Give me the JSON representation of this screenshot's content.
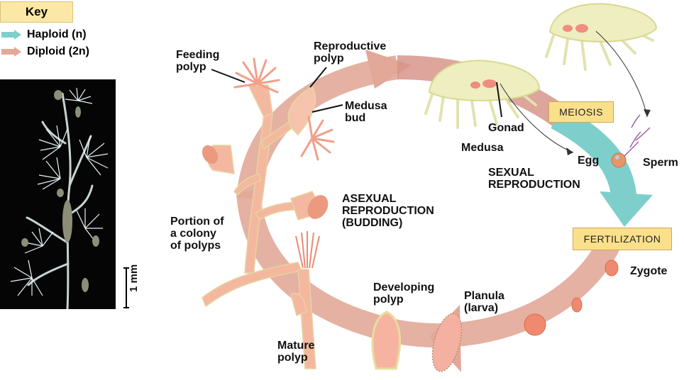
{
  "key": {
    "title": "Key",
    "items": [
      {
        "label": "Haploid (n)",
        "color": "#7ecfcc"
      },
      {
        "label": "Diploid (2n)",
        "color": "#e2a898"
      }
    ]
  },
  "photo": {
    "scale_label": "1 mm"
  },
  "stages": {
    "meiosis": "MEIOSIS",
    "fertilization": "FERTILIZATION"
  },
  "labels": {
    "feeding_polyp": "Feeding\npolyp",
    "reproductive_polyp": "Reproductive\npolyp",
    "medusa_bud": "Medusa\nbud",
    "gonad": "Gonad",
    "medusa": "Medusa",
    "egg": "Egg",
    "sperm": "Sperm",
    "sexual_reproduction": "SEXUAL\nREPRODUCTION",
    "asexual_reproduction": "ASEXUAL\nREPRODUCTION\n(BUDDING)",
    "portion_colony": "Portion of\na colony\nof polyps",
    "zygote": "Zygote",
    "planula": "Planula\n(larva)",
    "developing_polyp": "Developing\npolyp",
    "mature_polyp": "Mature\npolyp"
  },
  "colors": {
    "diploid": "#e2a898",
    "haploid": "#7ecfcc",
    "polyp": "#f4b8a0",
    "medusa": "#eeeec0",
    "stage_box": "#fbe08c"
  }
}
